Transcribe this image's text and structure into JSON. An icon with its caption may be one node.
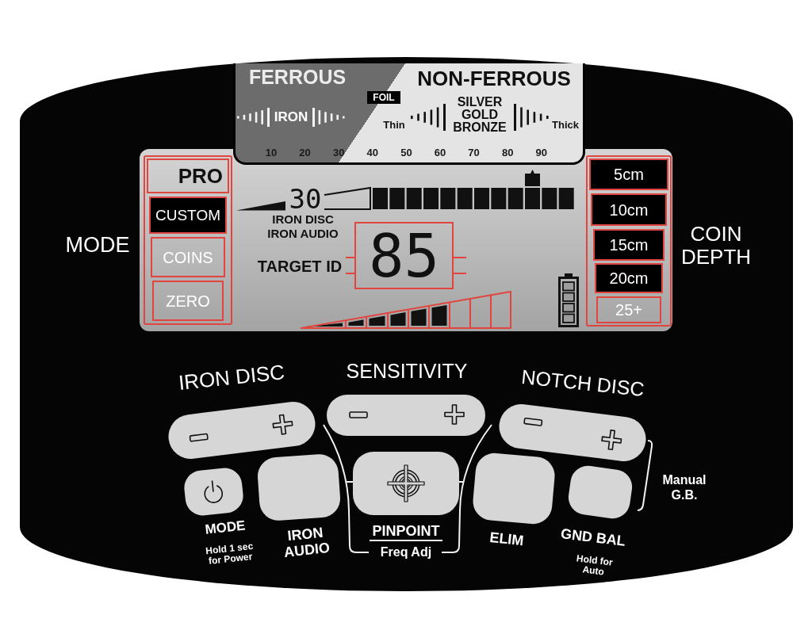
{
  "diagram": {
    "nodes": [
      {
        "text": [
          "FERROUS",
          "IRON",
          "NON-FERROUS",
          "Thin",
          "SILVER GOLD BRONZE",
          "Thick",
          "10",
          "20",
          "30",
          "40",
          "50",
          "60",
          "70",
          "80",
          "90"
        ]
      },
      {
        "text": [
          "FOIL"
        ],
        "in": 0
      },
      {
        "text": [
          "30",
          "IRON DISC",
          "IRON AUDIO"
        ]
      },
      {
        "text": [],
        "shape": "box",
        "in": 2
      },
      {
        "text": [
          "PRO"
        ],
        "in": 3
      },
      {
        "text": [
          "CUSTOM"
        ],
        "in": 3
      },
      {
        "text": [
          "COINS"
        ],
        "in": 3
      },
      {
        "text": [
          "ZERO"
        ],
        "in": 3
      },
      {
        "text": [
          "85"
        ],
        "in": 2,
        "beside": [
          "TARGET ID"
        ]
      },
      {
        "text": [],
        "shape": "box",
        "in": 2
      },
      {
        "text": [
          "5cm"
        ],
        "in": 9
      },
      {
        "text": [
          "10cm"
        ],
        "in": 9
      },
      {
        "text": [
          "15cm"
        ],
        "in": 9
      },
      {
        "text": [
          "20cm"
        ],
        "in": 9
      },
      {
        "text": [
          "25+"
        ],
        "in": 9
      },
      {
        "text": [],
        "shape": "box",
        "beside": [
          "IRON DISC"
        ]
      },
      {
        "text": [],
        "shape": "box",
        "beside": [
          "SENSITIVITY"
        ]
      },
      {
        "text": [],
        "shape": "box",
        "beside": [
          "NOTCH DISC"
        ]
      },
      {
        "text": [],
        "shape": "box",
        "beside": [
          "MODE",
          "Hold 1 sec for Power"
        ]
      },
      {
        "text": [],
        "shape": "box",
        "beside": [
          "IRON AUDIO"
        ]
      },
      {
        "text": [],
        "shape": "box",
        "beside": [
          "PINPOINT",
          "Freq Adj"
        ]
      },
      {
        "text": [],
        "shape": "box",
        "beside": [
          "ELIM"
        ]
      },
      {
        "text": [],
        "shape": "box",
        "beside": [
          "GND BAL",
          "Hold for Auto"
        ]
      }
    ],
    "labels": [
      "MODE",
      "COIN DEPTH",
      "Manual G.B."
    ]
  }
}
